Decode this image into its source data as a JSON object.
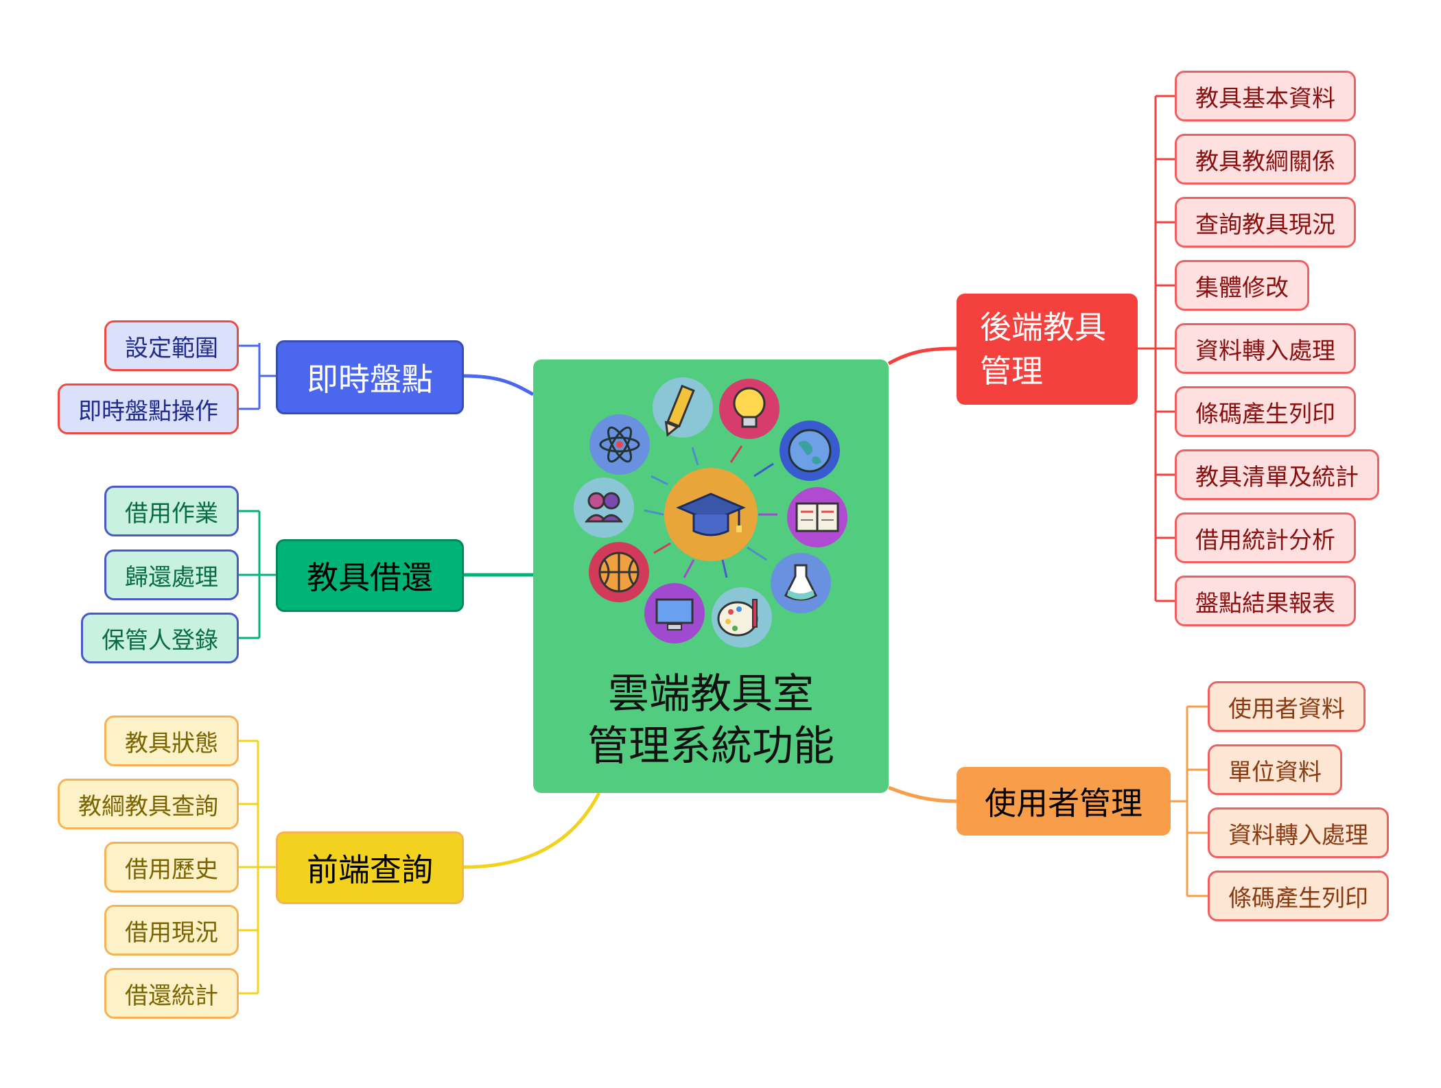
{
  "center": {
    "title_line1": "雲端教具室",
    "title_line2": "管理系統功能",
    "bg": "#52cc7f",
    "icon_names": [
      "graduation-cap-icon",
      "pencil-icon",
      "lightbulb-icon",
      "globe-icon",
      "book-icon",
      "flask-icon",
      "palette-icon",
      "monitor-icon",
      "basketball-icon",
      "people-icon",
      "atom-icon"
    ]
  },
  "branches": {
    "inventory": {
      "label": "即時盤點",
      "color": "#4a67ee",
      "leaf_bg": "#dbe1fb",
      "leaf_border": "#ee4a44",
      "leaf_text": "#1f2a8a",
      "items": [
        "設定範圍",
        "即時盤點操作"
      ]
    },
    "borrow": {
      "label": "教具借還",
      "color": "#00b477",
      "leaf_bg": "#c9f1e2",
      "leaf_border": "#4a57c9",
      "leaf_text": "#086b45",
      "items": [
        "借用作業",
        "歸還處理",
        "保管人登錄"
      ]
    },
    "query": {
      "label": "前端查詢",
      "color": "#f2d21e",
      "leaf_bg": "#fdf1c8",
      "leaf_border": "#f6b356",
      "leaf_text": "#7a6400",
      "items": [
        "教具狀態",
        "教綱教具查詢",
        "借用歷史",
        "借用現況",
        "借還統計"
      ]
    },
    "backend": {
      "label": "後端教具管理",
      "label_line1": "後端教具",
      "label_line2": "管理",
      "color": "#f4413e",
      "leaf_bg": "#fde0df",
      "leaf_border": "#f06060",
      "leaf_text": "#8a1010",
      "items": [
        "教具基本資料",
        "教具教綱關係",
        "查詢教具現況",
        "集體修改",
        "資料轉入處理",
        "條碼產生列印",
        "教具清單及統計",
        "借用統計分析",
        "盤點結果報表"
      ]
    },
    "users": {
      "label": "使用者管理",
      "color": "#f89e4a",
      "leaf_bg": "#fde6d4",
      "leaf_border": "#f06060",
      "leaf_text": "#8a3a10",
      "items": [
        "使用者資料",
        "單位資料",
        "資料轉入處理",
        "條碼產生列印"
      ]
    }
  }
}
